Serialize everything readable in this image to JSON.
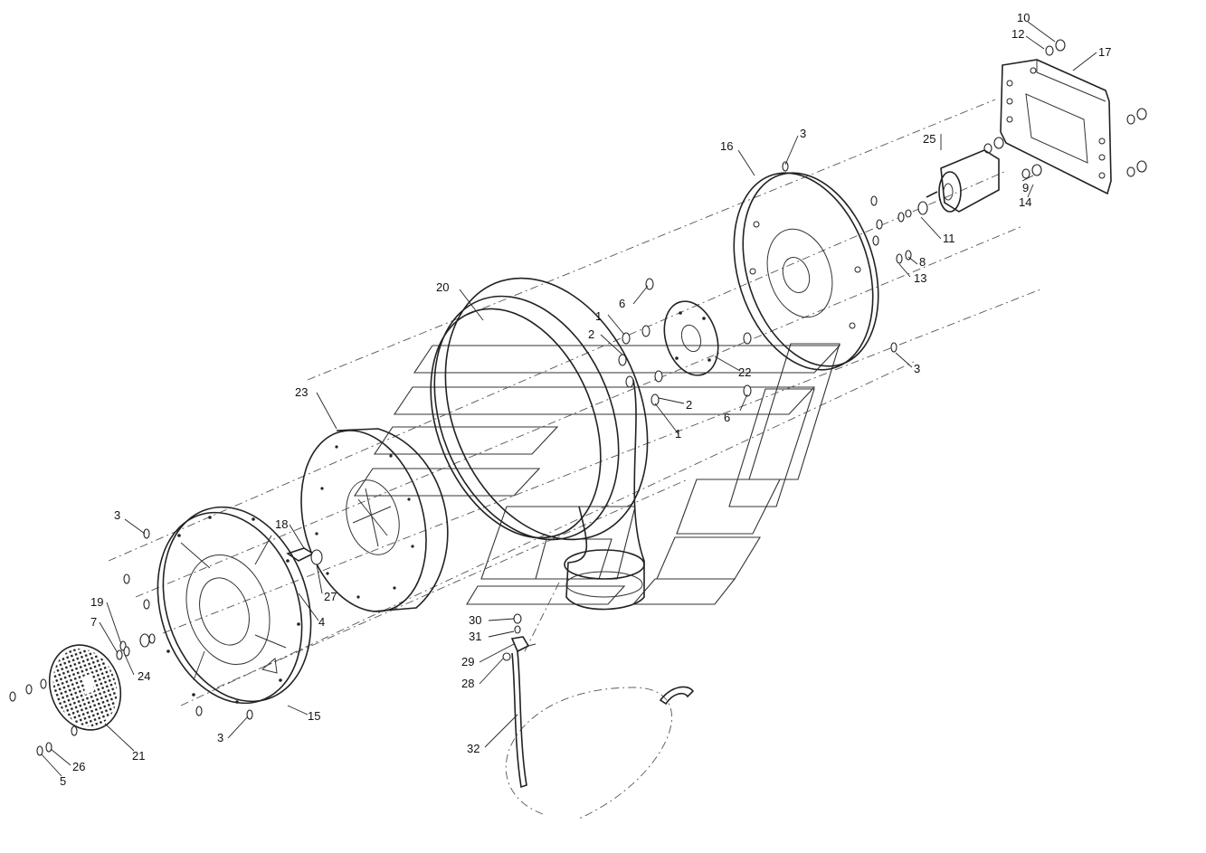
{
  "diagram": {
    "kind": "exploded-parts-view",
    "callouts": [
      {
        "id": "c1a",
        "text": "1"
      },
      {
        "id": "c1b",
        "text": "1"
      },
      {
        "id": "c2a",
        "text": "2"
      },
      {
        "id": "c2b",
        "text": "2"
      },
      {
        "id": "c3a",
        "text": "3"
      },
      {
        "id": "c3b",
        "text": "3"
      },
      {
        "id": "c3c",
        "text": "3"
      },
      {
        "id": "c3d",
        "text": "3"
      },
      {
        "id": "c4",
        "text": "4"
      },
      {
        "id": "c5",
        "text": "5"
      },
      {
        "id": "c6a",
        "text": "6"
      },
      {
        "id": "c6b",
        "text": "6"
      },
      {
        "id": "c7",
        "text": "7"
      },
      {
        "id": "c8",
        "text": "8"
      },
      {
        "id": "c9",
        "text": "9"
      },
      {
        "id": "c10",
        "text": "10"
      },
      {
        "id": "c11",
        "text": "11"
      },
      {
        "id": "c12",
        "text": "12"
      },
      {
        "id": "c13",
        "text": "13"
      },
      {
        "id": "c14",
        "text": "14"
      },
      {
        "id": "c15",
        "text": "15"
      },
      {
        "id": "c16",
        "text": "16"
      },
      {
        "id": "c17",
        "text": "17"
      },
      {
        "id": "c18",
        "text": "18"
      },
      {
        "id": "c19",
        "text": "19"
      },
      {
        "id": "c20",
        "text": "20"
      },
      {
        "id": "c21",
        "text": "21"
      },
      {
        "id": "c22",
        "text": "22"
      },
      {
        "id": "c23",
        "text": "23"
      },
      {
        "id": "c24",
        "text": "24"
      },
      {
        "id": "c25",
        "text": "25"
      },
      {
        "id": "c26",
        "text": "26"
      },
      {
        "id": "c27",
        "text": "27"
      },
      {
        "id": "c28",
        "text": "28"
      },
      {
        "id": "c29",
        "text": "29"
      },
      {
        "id": "c30",
        "text": "30"
      },
      {
        "id": "c31",
        "text": "31"
      },
      {
        "id": "c32",
        "text": "32"
      }
    ]
  }
}
